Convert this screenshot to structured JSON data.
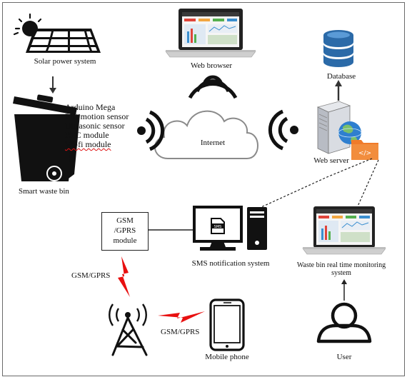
{
  "labels": {
    "solar": "Solar power system",
    "web_browser": "Web browser",
    "database": "Database",
    "internet": "Internet",
    "web_server": "Web server",
    "smart_bin": "Smart waste bin",
    "sms": "SMS notification system",
    "waste_monitor_1": "Waste bin real time monitoring",
    "waste_monitor_2": "system",
    "gsm_link_1": "GSM/GPRS",
    "gsm_link_2": "GSM/GPRS",
    "mobile": "Mobile phone",
    "user": "User"
  },
  "bin_components": [
    "Arduino Mega",
    "PIR motion sensor",
    "Ultrasonic sensor",
    "RTC module",
    "Wi-fi module"
  ],
  "gsm_module": [
    "GSM",
    "/GPRS",
    "module"
  ],
  "icons": {
    "solar": "solar-panel-icon",
    "browser": "laptop-icon",
    "database": "database-icon",
    "cloud": "cloud-icon",
    "server": "server-icon",
    "bin": "trash-bin-icon",
    "computer": "desktop-computer-icon",
    "tower": "cell-tower-icon",
    "phone": "mobile-phone-icon",
    "user": "user-icon"
  },
  "colors": {
    "signal": "#e81010",
    "db": "#2b6aa8",
    "folder": "#f07b2a",
    "line": "#222222"
  }
}
